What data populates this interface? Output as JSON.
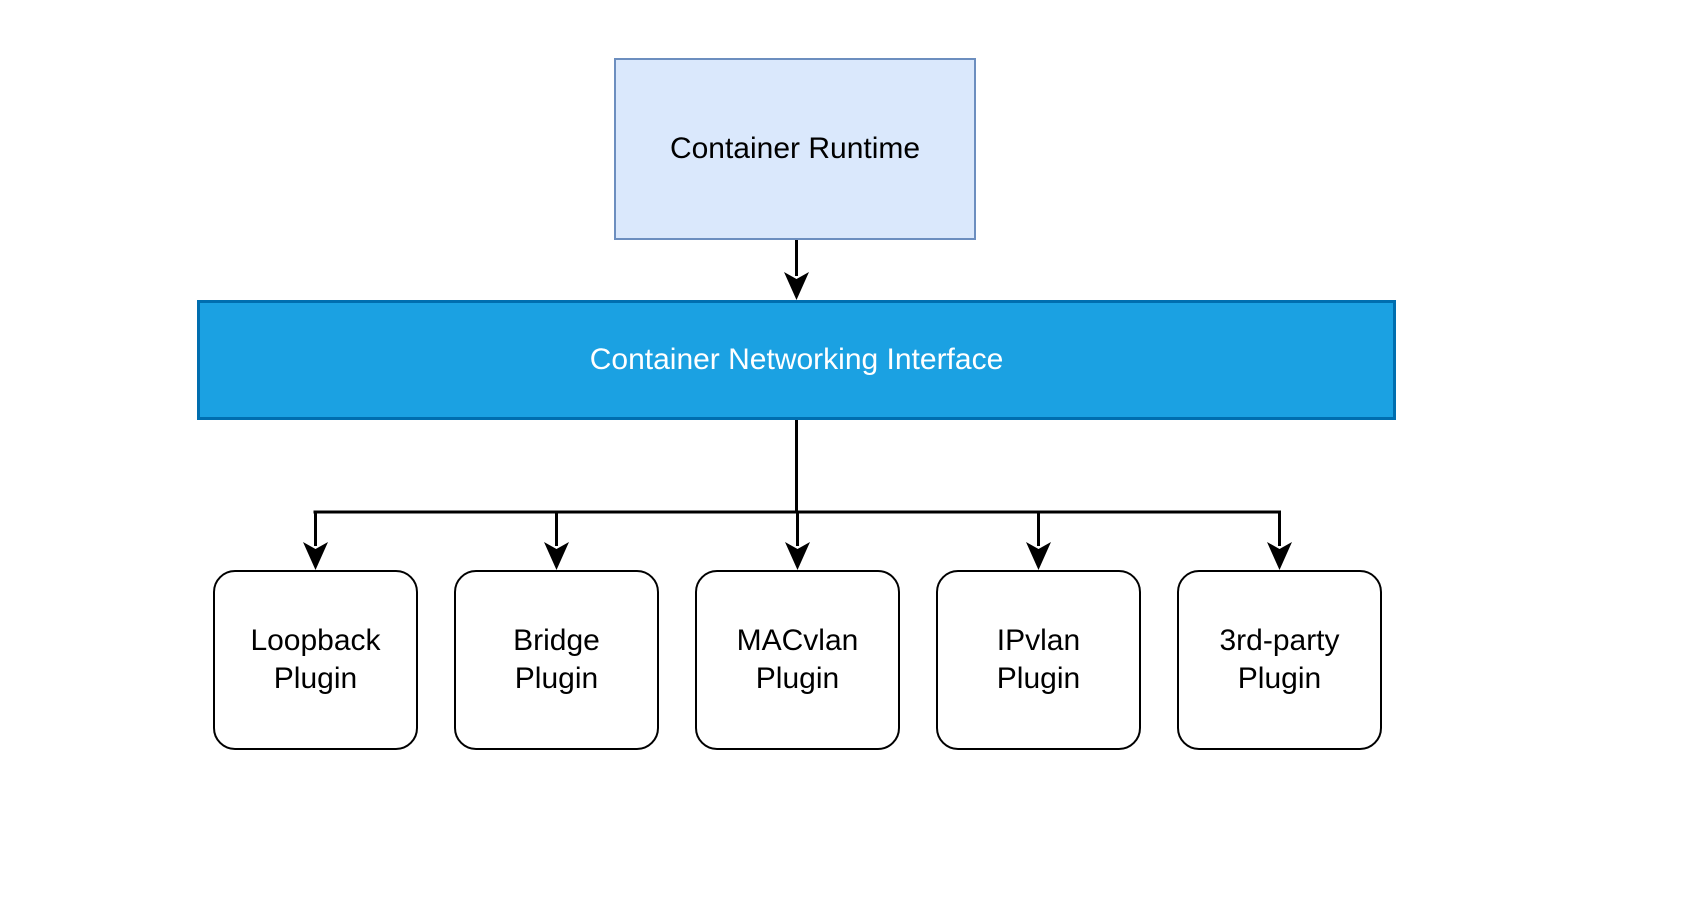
{
  "diagram": {
    "runtime": {
      "label": "Container Runtime"
    },
    "cni": {
      "label": "Container Networking Interface"
    },
    "plugins": [
      {
        "line1": "Loopback",
        "line2": "Plugin"
      },
      {
        "line1": "Bridge",
        "line2": "Plugin"
      },
      {
        "line1": "MACvlan",
        "line2": "Plugin"
      },
      {
        "line1": "IPvlan",
        "line2": "Plugin"
      },
      {
        "line1": "3rd-party",
        "line2": "Plugin"
      }
    ]
  },
  "colors": {
    "runtime_fill": "#dae8fc",
    "runtime_stroke": "#6c8ebf",
    "cni_fill": "#1ba1e2",
    "cni_stroke": "#006eaf",
    "plugin_fill": "#ffffff",
    "plugin_stroke": "#000000",
    "connector": "#000000",
    "canvas_bg": "#ffffff"
  }
}
